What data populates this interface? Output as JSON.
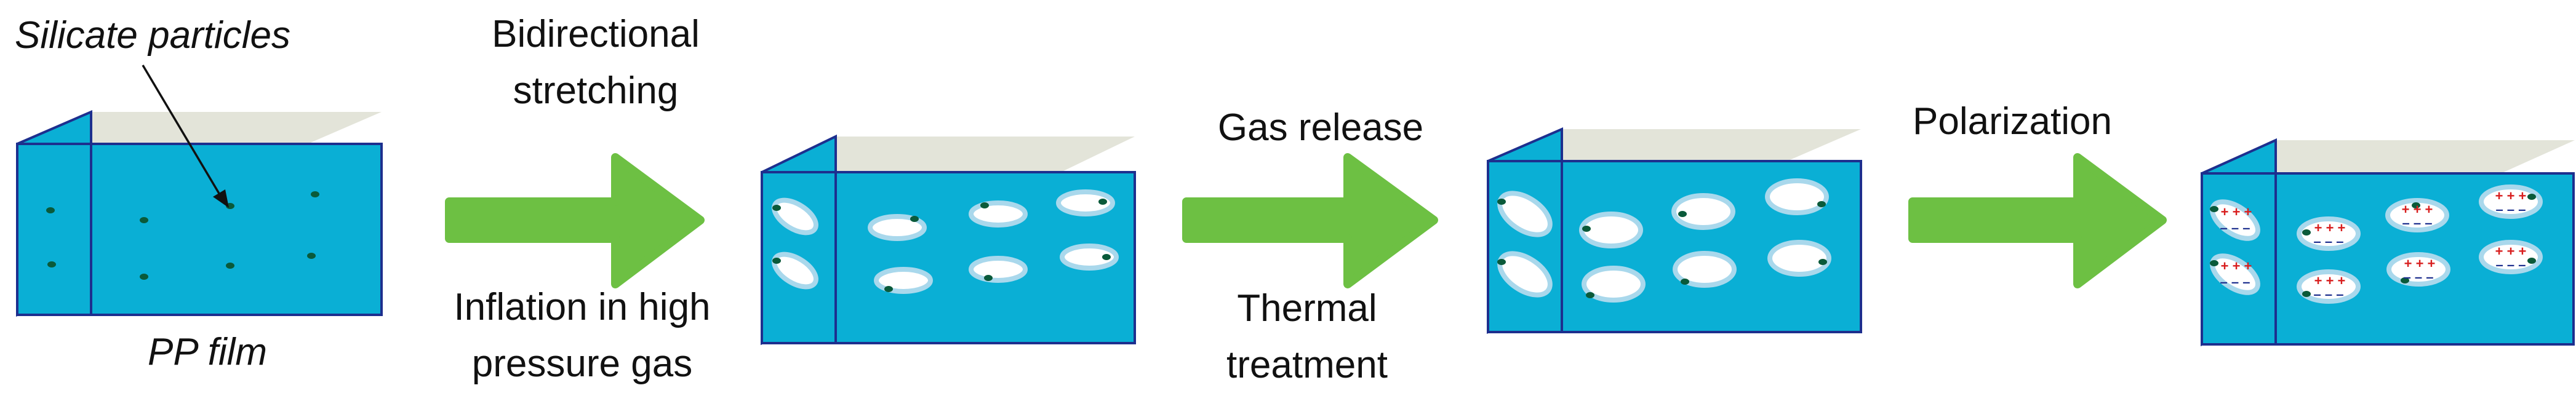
{
  "colors": {
    "box_front": "#0AAFD5",
    "box_top": "#E3E4D9",
    "box_edge": "#1D2F8E",
    "arrow": "#6DC043",
    "particle": "#0A5A3A",
    "void_fill": "#FFFFFF",
    "void_ring": "#A9D8EC",
    "plus_charge": "#D81E1E",
    "minus_charge": "#1D2F8E"
  },
  "labels": {
    "silicate_particles": "Silicate particles",
    "pp_film": "PP film",
    "step1_top_line1": "Bidirectional",
    "step1_top_line2": "stretching",
    "step1_bottom_line1": "Inflation in high",
    "step1_bottom_line2": "pressure gas",
    "step2_top": "Gas release",
    "step2_bottom_line1": "Thermal",
    "step2_bottom_line2": "treatment",
    "step3_top": "Polarization"
  },
  "stages": [
    "PP film with silicate particles",
    "Stretched film with voids",
    "Expanded voids",
    "Polarized voids"
  ],
  "icons": [
    "arrow-icon",
    "particle-icon",
    "void-icon"
  ]
}
